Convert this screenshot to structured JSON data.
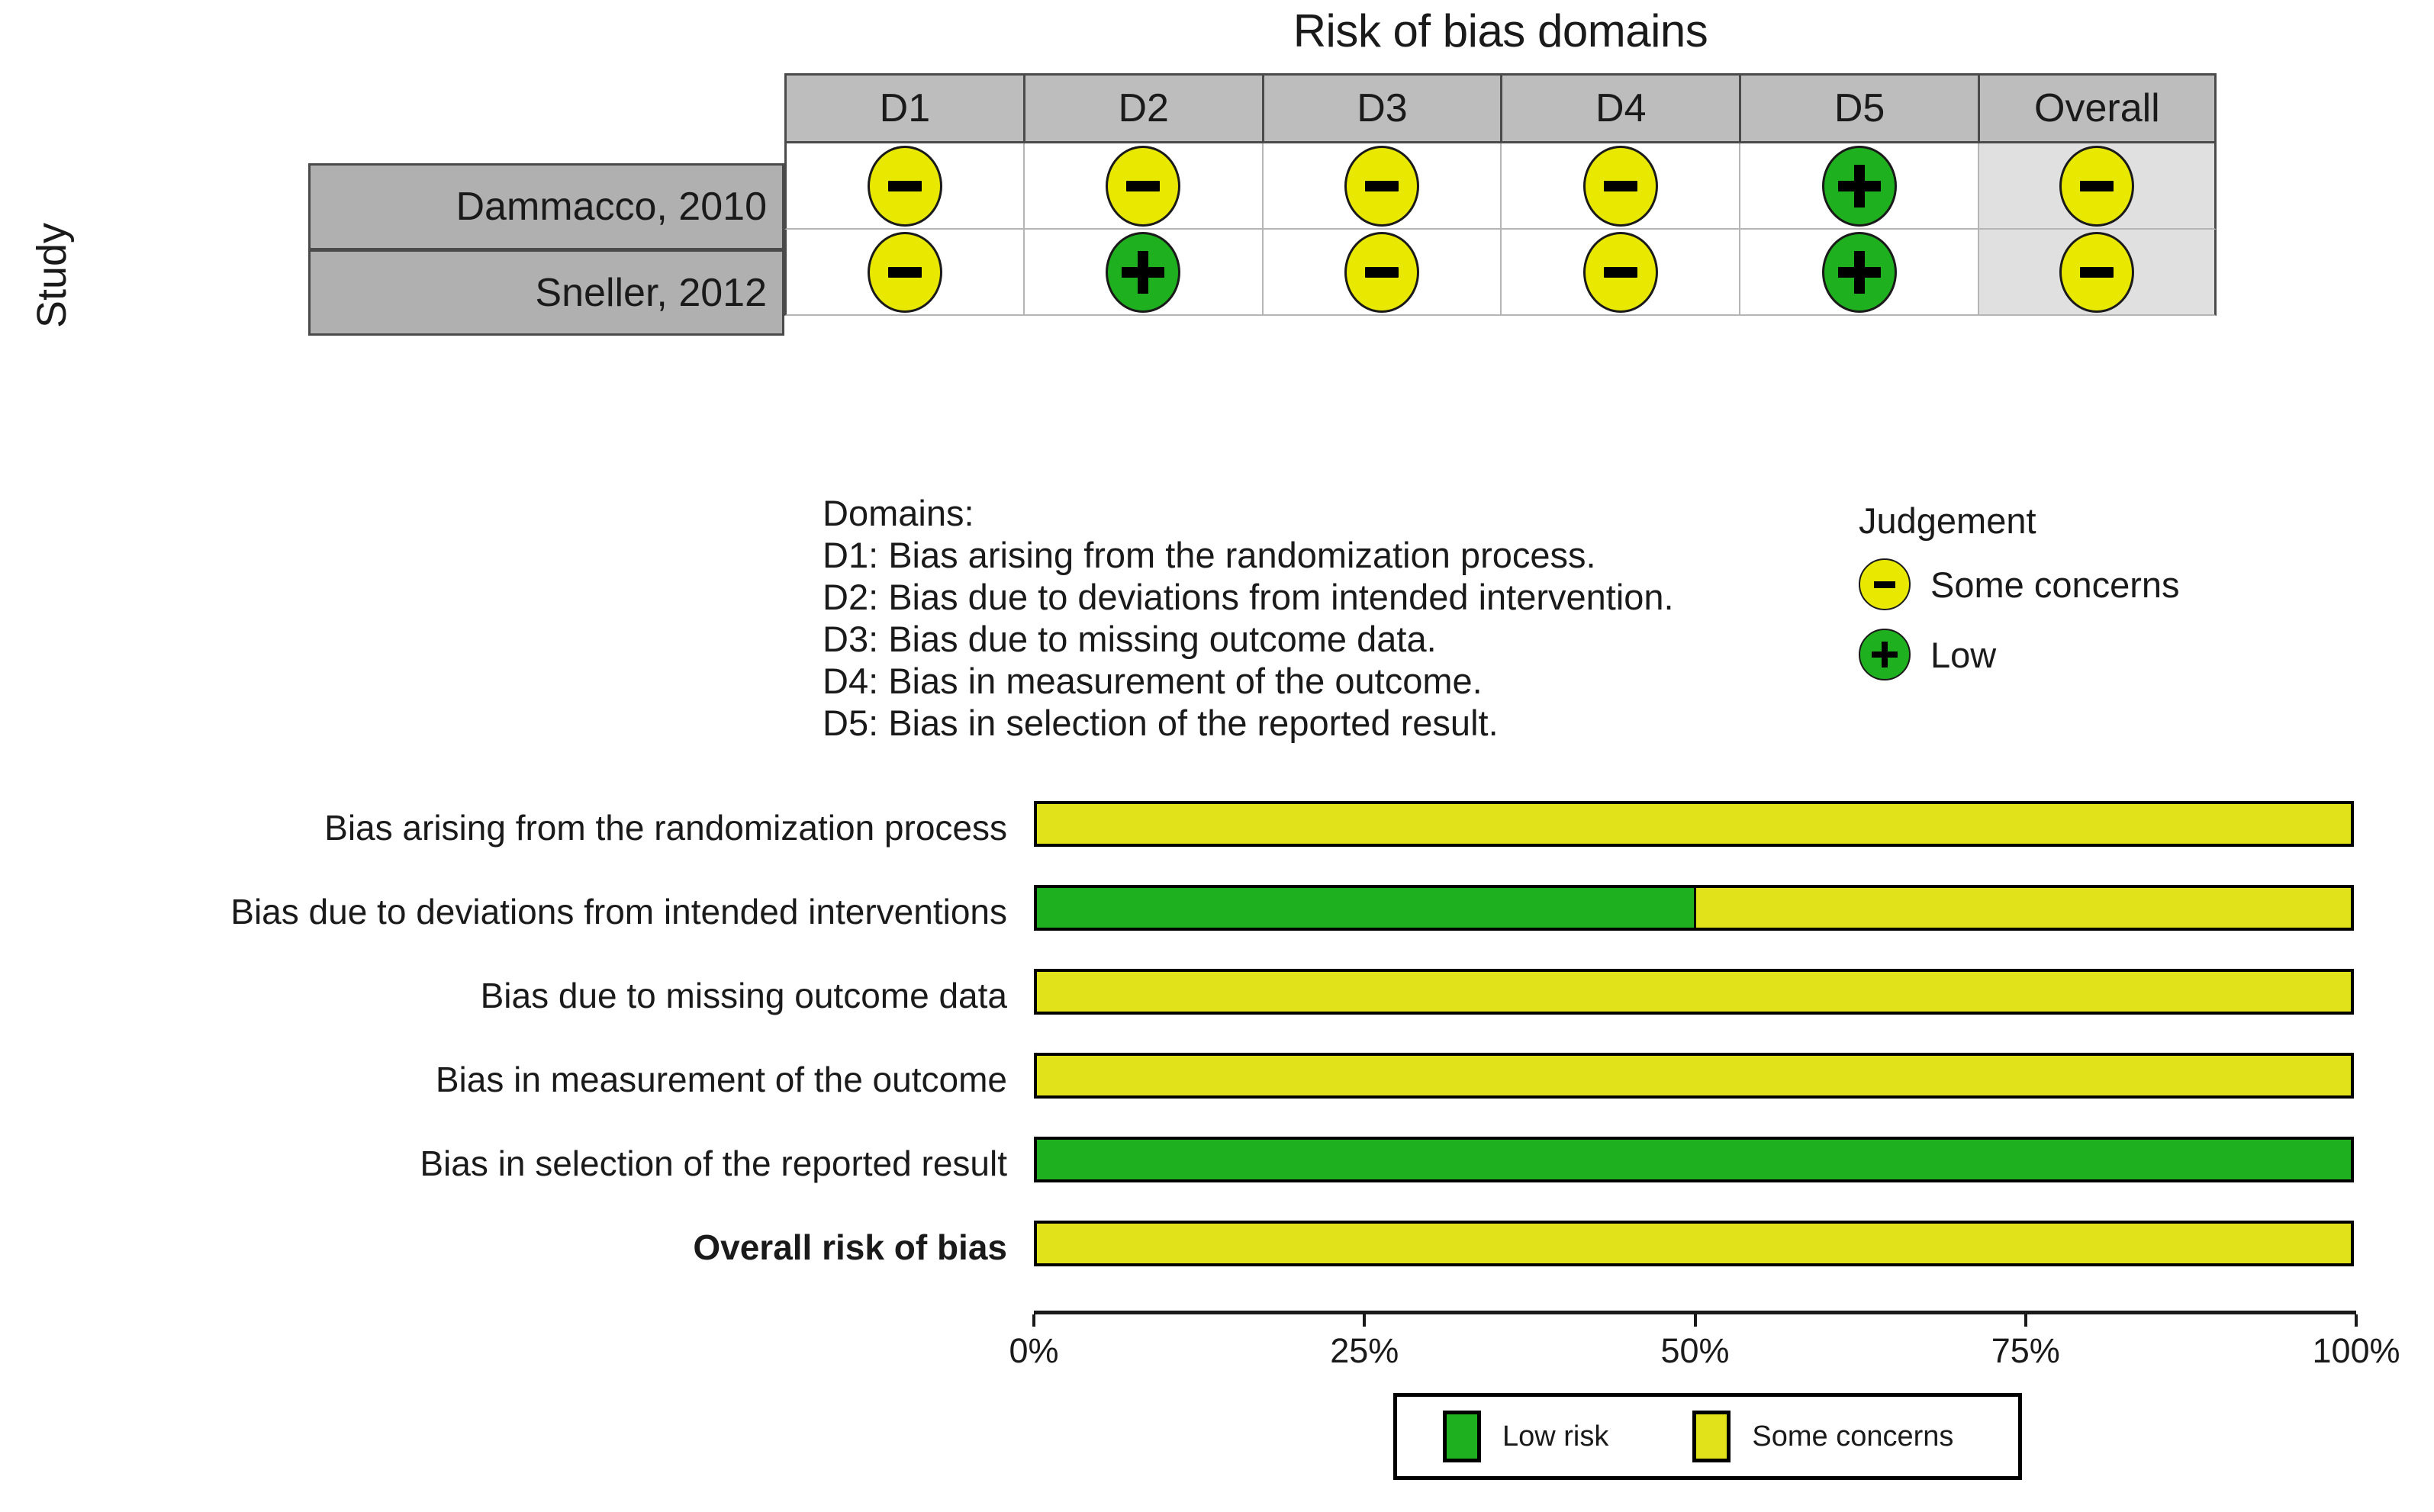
{
  "traffic_light": {
    "title": "Risk of bias domains",
    "y_axis_label": "Study",
    "columns": [
      "D1",
      "D2",
      "D3",
      "D4",
      "D5",
      "Overall"
    ],
    "rows": [
      {
        "study": "Dammacco, 2010",
        "judgements": [
          "some",
          "some",
          "some",
          "some",
          "low",
          "some"
        ]
      },
      {
        "study": "Sneller, 2012",
        "judgements": [
          "some",
          "low",
          "some",
          "some",
          "low",
          "some"
        ]
      }
    ],
    "symbols": {
      "some": "-",
      "low": "+"
    }
  },
  "domain_key": {
    "heading": "Domains:",
    "lines": [
      "D1: Bias arising from the randomization process.",
      "D2: Bias due to deviations from intended intervention.",
      "D3: Bias due to missing outcome data.",
      "D4: Bias in measurement of the outcome.",
      "D5: Bias in selection of the reported result."
    ]
  },
  "judgement_legend": {
    "title": "Judgement",
    "items": [
      {
        "key": "some",
        "symbol": "-",
        "label": "Some concerns",
        "color": "#e8e800"
      },
      {
        "key": "low",
        "symbol": "+",
        "label": "Low",
        "color": "#1fb01f"
      }
    ]
  },
  "chart_data": {
    "type": "bar",
    "orientation": "horizontal",
    "stacked": true,
    "title": "",
    "xlabel": "",
    "ylabel": "",
    "xlim": [
      0,
      100
    ],
    "grid": false,
    "legend_position": "bottom",
    "tick_labels": [
      "0%",
      "25%",
      "50%",
      "75%",
      "100%"
    ],
    "tick_values": [
      0,
      25,
      50,
      75,
      100
    ],
    "categories": [
      "Bias arising from the randomization process",
      "Bias due to deviations from intended interventions",
      "Bias due to missing outcome data",
      "Bias in measurement of the outcome",
      "Bias in selection of the reported result",
      "Overall risk of bias"
    ],
    "category_bold": [
      false,
      false,
      false,
      false,
      false,
      true
    ],
    "series": [
      {
        "name": "Low risk",
        "color": "#1fb01f",
        "values": [
          0,
          50,
          0,
          0,
          100,
          0
        ]
      },
      {
        "name": "Some concerns",
        "color": "#e2e21b",
        "values": [
          100,
          50,
          100,
          100,
          0,
          100
        ]
      }
    ],
    "legend": [
      {
        "label": "Low risk",
        "color": "#1fb01f"
      },
      {
        "label": "Some concerns",
        "color": "#e2e21b"
      }
    ]
  }
}
